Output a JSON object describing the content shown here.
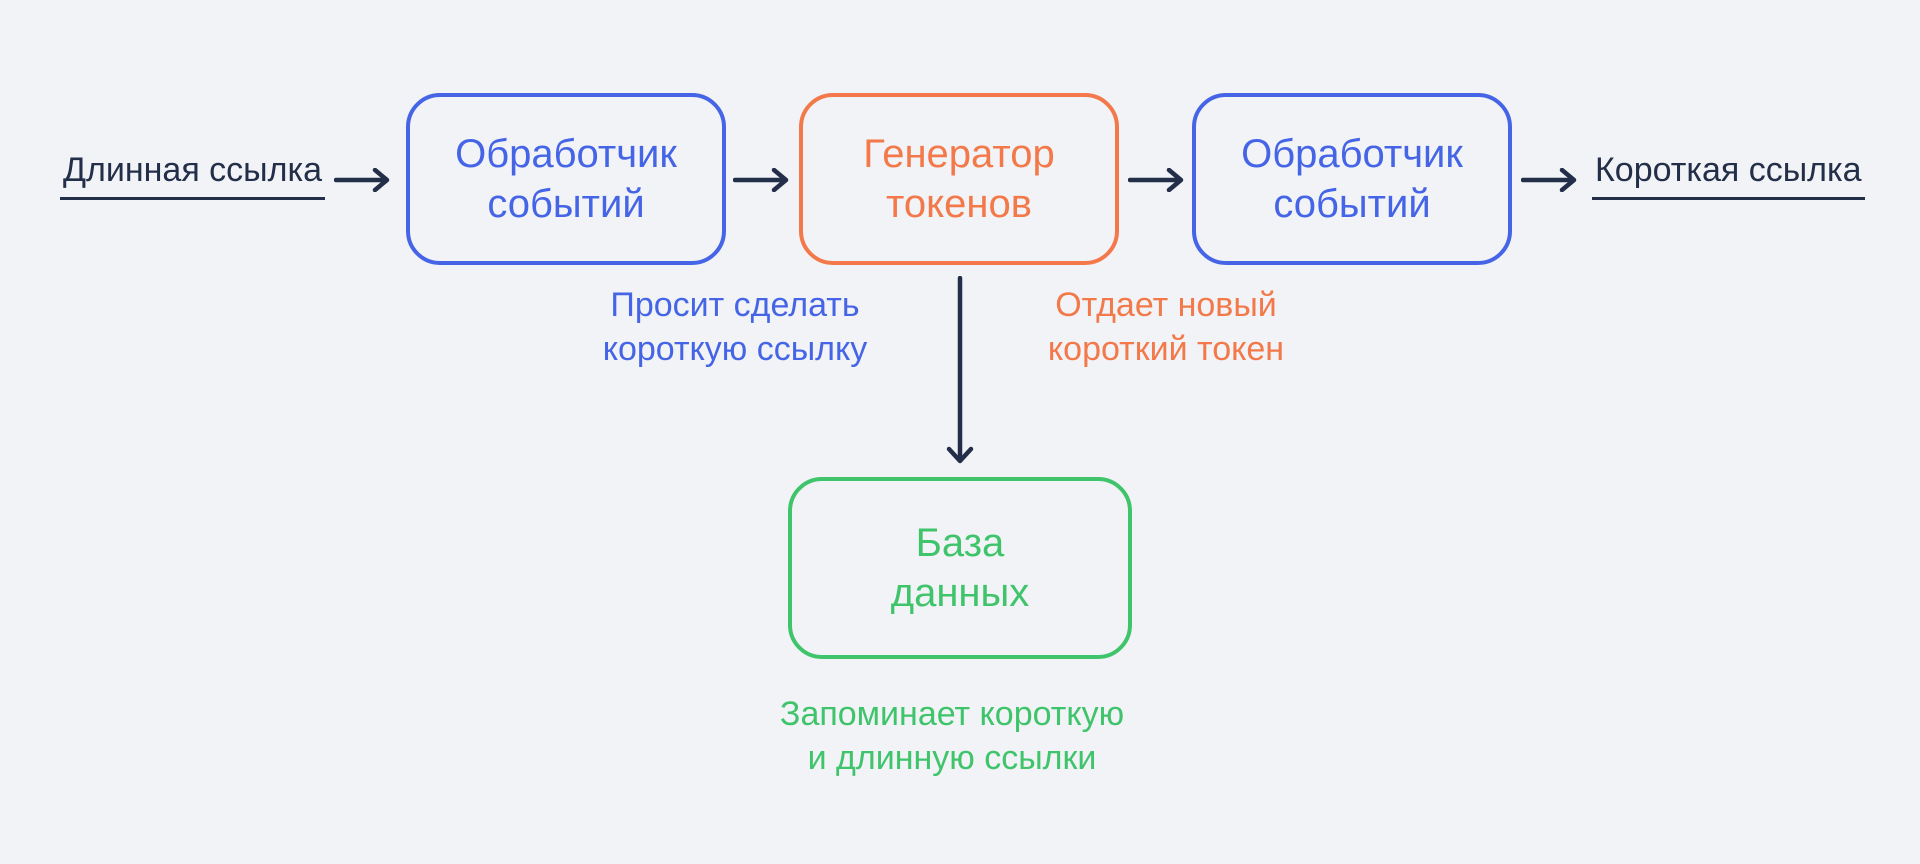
{
  "page": {
    "background_color": "#F1F3F6"
  },
  "colors": {
    "arrow_and_labels": "#232E49",
    "blue": "#4565E6",
    "orange": "#F3794A",
    "green": "#3FC46B"
  },
  "diagram": {
    "input_label": "Длинная ссылка",
    "output_label": "Короткая ссылка",
    "nodes": [
      {
        "name": "event-handler-request",
        "line1": "Обработчик",
        "line2": "событий",
        "color": "blue"
      },
      {
        "name": "token-generator",
        "line1": "Генератор",
        "line2": "токенов",
        "color": "orange"
      },
      {
        "name": "event-handler-response",
        "line1": "Обработчик",
        "line2": "событий",
        "color": "blue"
      },
      {
        "name": "database",
        "line1": "База",
        "line2": "данных",
        "color": "green"
      }
    ],
    "annotations": [
      {
        "name": "request-note",
        "line1": "Просит сделать",
        "line2": "короткую ссылку",
        "color": "blue"
      },
      {
        "name": "token-note",
        "line1": "Отдает новый",
        "line2": "короткий токен",
        "color": "orange"
      },
      {
        "name": "store-note",
        "line1": "Запоминает короткую",
        "line2": "и длинную ссылки",
        "color": "green"
      }
    ]
  }
}
